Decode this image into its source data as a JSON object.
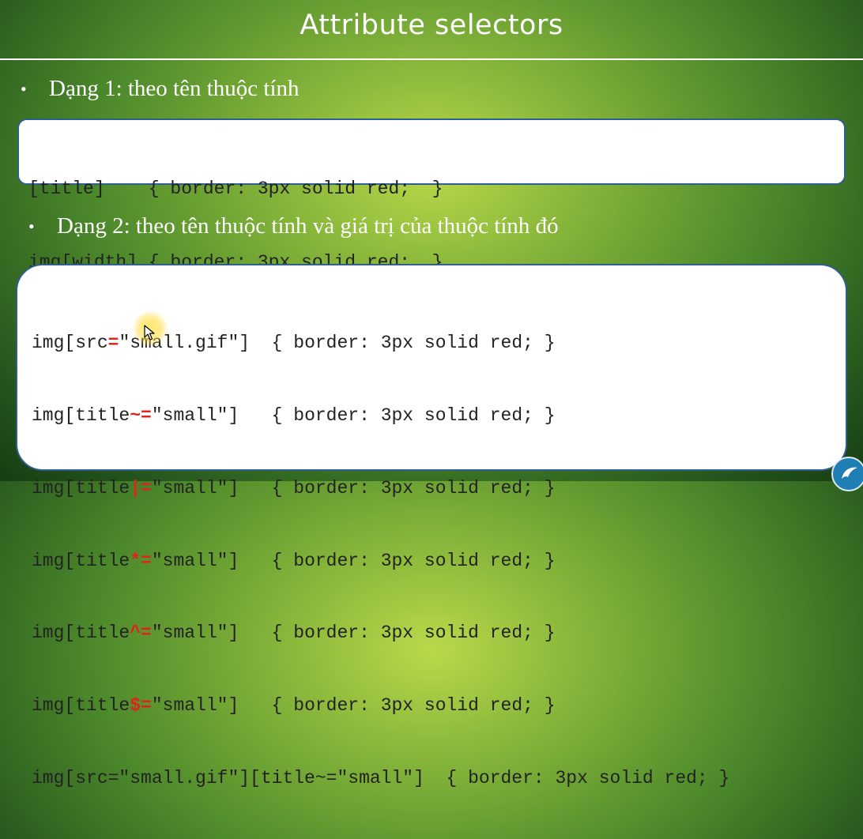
{
  "slide": {
    "title": "Attribute selectors",
    "bullet1": "Dạng 1: theo tên thuộc tính",
    "bullet2": "Dạng 2: theo tên thuộc tính và giá trị của thuộc tính đó",
    "bullet_symbol": "•"
  },
  "code1": {
    "lines": [
      "[title]    { border: 3px solid red;  }",
      "img[width] { border: 3px solid red;  }"
    ]
  },
  "code2": {
    "lines": [
      {
        "pre": "img[src",
        "op": "=",
        "post": "\"small.gif\"]  { border: 3px solid red; }"
      },
      {
        "pre": "img[title",
        "op": "~=",
        "post": "\"small\"]   { border: 3px solid red; }"
      },
      {
        "pre": "img[title",
        "op": "|=",
        "post": "\"small\"]   { border: 3px solid red; }"
      },
      {
        "pre": "img[title",
        "op": "*=",
        "post": "\"small\"]   { border: 3px solid red; }"
      },
      {
        "pre": "img[title",
        "op": "^=",
        "post": "\"small\"]   { border: 3px solid red; }"
      },
      {
        "pre": "img[title",
        "op": "$=",
        "post": "\"small\"]   { border: 3px solid red; }"
      },
      {
        "pre": "img[src=\"small.gif\"][title~=\"small\"]  { border: 3px solid red; }",
        "op": "",
        "post": ""
      }
    ]
  },
  "colors": {
    "operator": "#e0231b",
    "title_text": "#ffffff",
    "box_border": "#2f5f8f"
  },
  "icons": {
    "cursor": "mouse-pointer-icon",
    "logo": "presenter-logo-icon"
  }
}
